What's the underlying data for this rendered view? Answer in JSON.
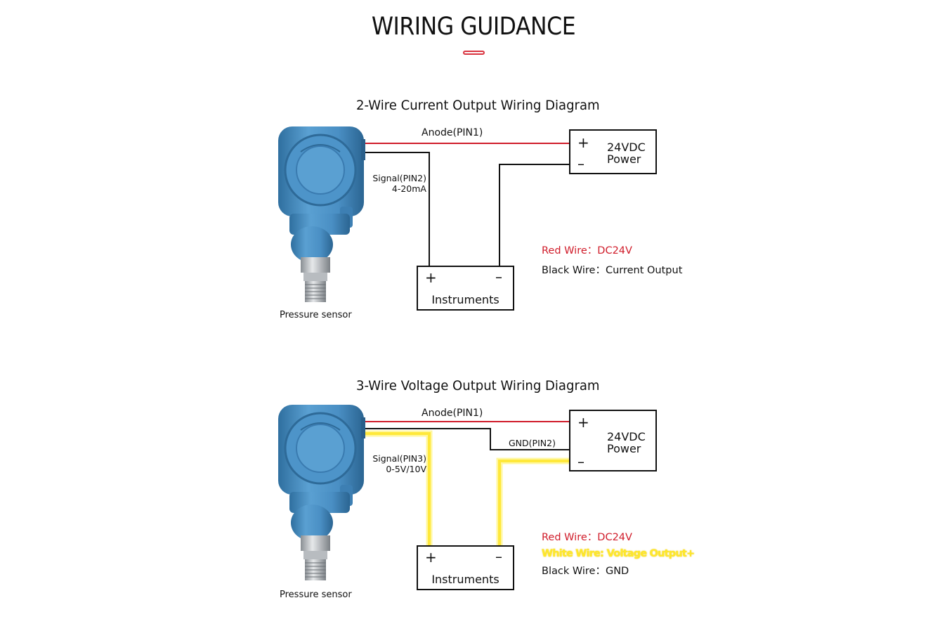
{
  "page": {
    "title": "WIRING GUIDANCE",
    "accent_color": "#d9333f"
  },
  "colors": {
    "red_wire": "#d01c2a",
    "black_wire": "#111111",
    "yellow_wire": "#ffef3a",
    "sensor_blue": "#4a8fc4"
  },
  "diagrams": [
    {
      "title": "2-Wire Current Output Wiring Diagram",
      "sensor_label": "Pressure sensor",
      "anode_label": "Anode(PIN1)",
      "signal_label_line1": "Signal(PIN2)",
      "signal_label_line2": "4-20mA",
      "power_box": {
        "plus": "+",
        "minus": "–",
        "line1": "24VDC",
        "line2": "Power"
      },
      "instrument_box": {
        "plus": "+",
        "minus": "–",
        "label": "Instruments"
      },
      "legend": [
        {
          "key": "Red Wire：",
          "value": "DC24V",
          "color": "red"
        },
        {
          "key": "Black Wire：",
          "value": "Current Output",
          "color": "black"
        }
      ]
    },
    {
      "title": "3-Wire Voltage Output Wiring Diagram",
      "sensor_label": "Pressure sensor",
      "anode_label": "Anode(PIN1)",
      "gnd_label": "GND(PIN2)",
      "signal_label_line1": "Signal(PIN3)",
      "signal_label_line2": "0-5V/10V",
      "power_box": {
        "plus": "+",
        "minus": "–",
        "line1": "24VDC",
        "line2": "Power"
      },
      "instrument_box": {
        "plus": "+",
        "minus": "–",
        "label": "Instruments"
      },
      "legend": [
        {
          "key": "Red Wire：",
          "value": "DC24V",
          "color": "red"
        },
        {
          "key": "White Wire:",
          "value": "Voltage Output+",
          "color": "yellow"
        },
        {
          "key": "Black Wire：",
          "value": "GND",
          "color": "black"
        }
      ]
    }
  ]
}
